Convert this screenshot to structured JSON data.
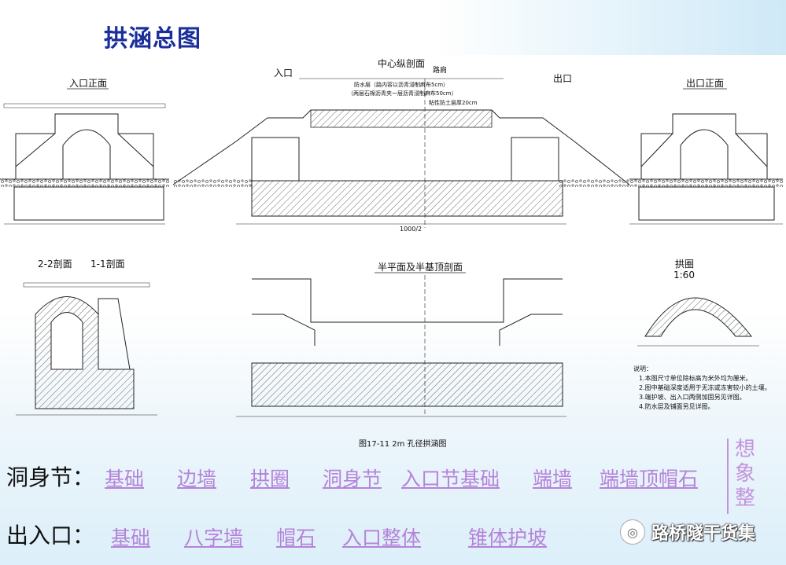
{
  "page": {
    "title": "拱涵总图"
  },
  "drawing": {
    "inlet_front": "入口正面",
    "outlet_front": "出口正面",
    "center_section": "中心纵剖面",
    "inlet": "入口",
    "outlet": "出口",
    "road_edge": "路肩",
    "waterproof_1": "防水层（路内容以沥青浸制麻布5cm）",
    "waterproof_2": "（两层石棉沥青夹一层沥青浸制麻布50cm）",
    "fill_note": "粘性防土层厚20cm",
    "section22": "2-2剖面",
    "section11": "1-1剖面",
    "half_plan": "半平面及半基顶剖面",
    "arch_ring": "拱圈",
    "arch_scale": "1:60",
    "notes_title": "说明：",
    "notes": [
      "1.本图尺寸单位除标高为米外均为厘米。",
      "2.图中基础深度适用于无冻或冻害较小的土壤。",
      "3.端护坡、出入口两侧加固另见详图。",
      "4.防水层及铺面另见详图。"
    ],
    "caption": "图17-11  2m 孔径拱涵图",
    "dim_long": "1000/2"
  },
  "rows": {
    "body_head": "洞身节：",
    "body_links": [
      "基础",
      "边墙",
      "拱圈",
      "洞身节",
      "入口节基础",
      "端墙",
      "端墙顶帽石"
    ],
    "portal_head": "出入口：",
    "portal_links": [
      "基础",
      "八字墙",
      "帽石",
      "入口整体",
      "锥体护坡"
    ]
  },
  "side_text": "想象整",
  "watermark": "路桥隧干货集",
  "colors": {
    "title": "#1a2e9c",
    "link": "#b583d9",
    "side": "#c493de"
  }
}
